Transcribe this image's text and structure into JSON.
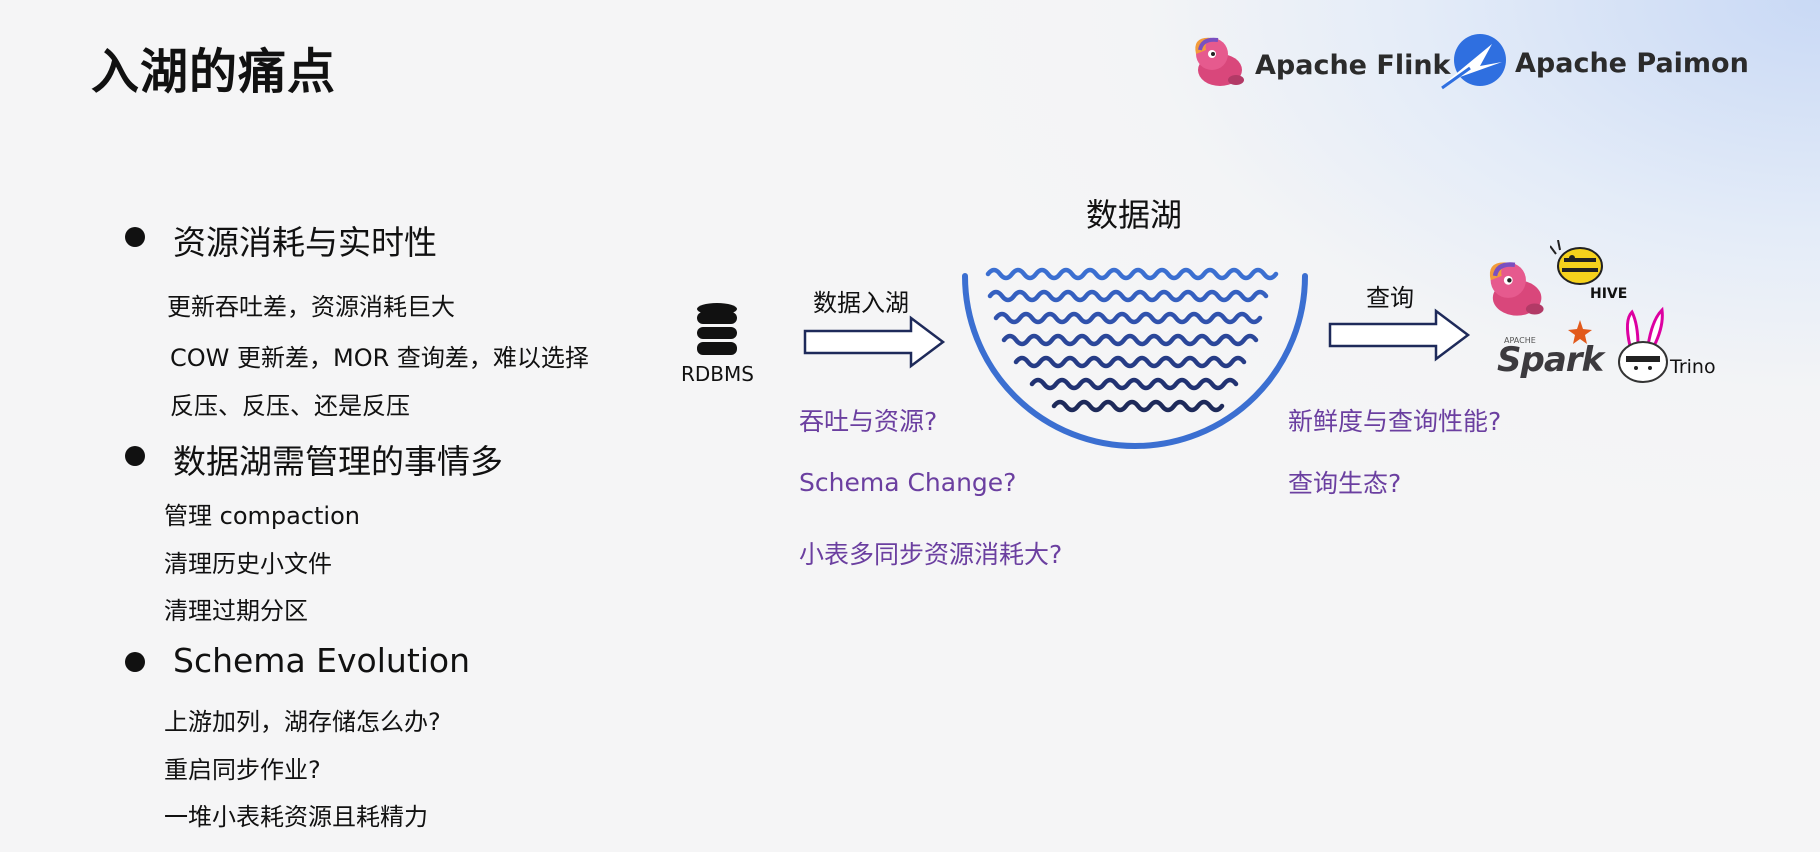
{
  "title": "入湖的痛点",
  "logos": {
    "flink": "Apache Flink",
    "paimon": "Apache Paimon"
  },
  "sections": [
    {
      "heading": "资源消耗与实时性",
      "items": [
        "更新吞吐差，资源消耗巨大",
        "COW 更新差，MOR 查询差，难以选择",
        "反压、反压、还是反压"
      ]
    },
    {
      "heading": "数据湖需管理的事情多",
      "items": [
        "管理 compaction",
        "清理历史小文件",
        "清理过期分区"
      ]
    },
    {
      "heading": "Schema Evolution",
      "items": [
        "上游加列，湖存储怎么办?",
        "重启同步作业?",
        "一堆小表耗资源且耗精力"
      ]
    }
  ],
  "diagram": {
    "source_label": "RDBMS",
    "ingest_label": "数据入湖",
    "lake_label": "数据湖",
    "query_label": "查询",
    "left_questions": [
      "吞吐与资源?",
      "Schema Change?",
      "小表多同步资源消耗大?"
    ],
    "right_questions": [
      "新鲜度与查询性能?",
      "查询生态?"
    ],
    "engines": {
      "hive": "HIVE",
      "spark": "Spark",
      "spark_small": "APACHE",
      "trino": "Trino"
    }
  },
  "colors": {
    "accent_purple": "#6b3fa0",
    "lake_blue": "#3b6fd1",
    "wave_navy": "#1e2a5a"
  }
}
